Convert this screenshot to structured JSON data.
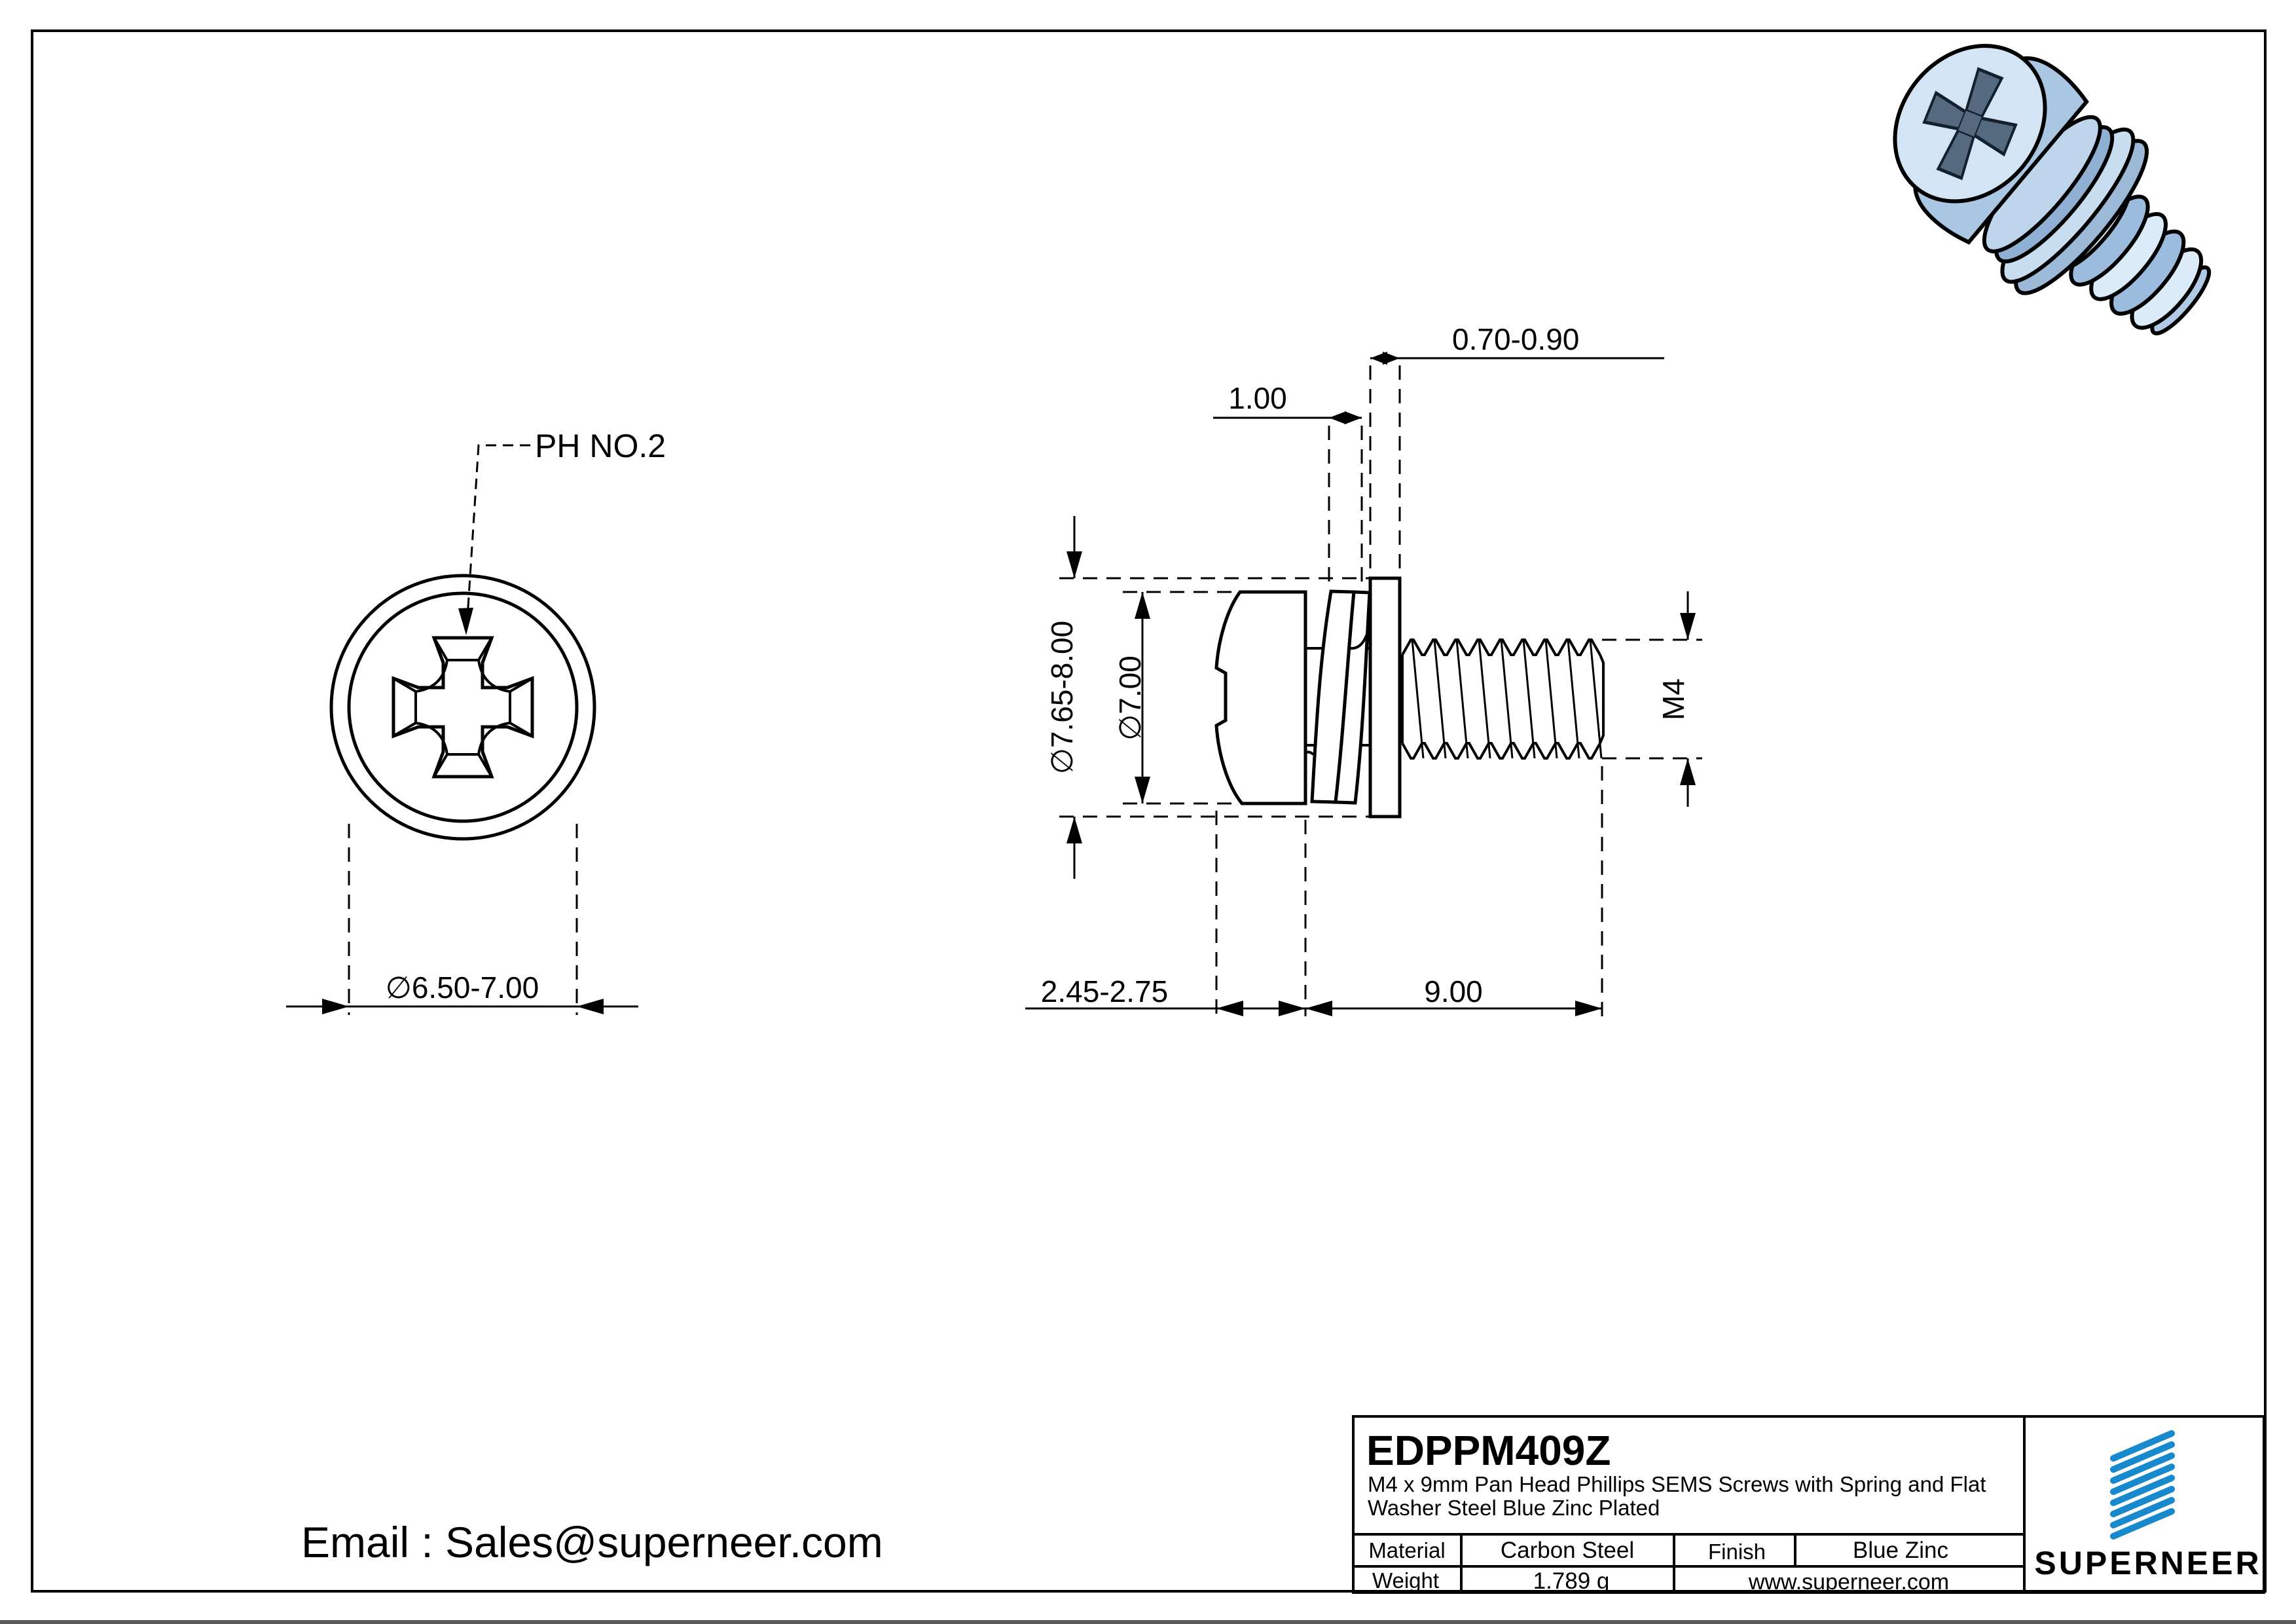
{
  "front_view": {
    "ph_label": "PH NO.2",
    "head_diameter": "∅6.50-7.00"
  },
  "side_view": {
    "washer_od": "∅7.65-8.00",
    "head_od": "∅7.00",
    "thread_size": "M4",
    "flat_washer_thickness": "0.70-0.90",
    "spring_washer_thickness": "1.00",
    "head_height": "2.45-2.75",
    "thread_length": "9.00"
  },
  "contact": {
    "email": "Email : Sales@superneer.com"
  },
  "title_block": {
    "part_number": "EDPPM409Z",
    "description_line1": "M4 x 9mm Pan Head Phillips SEMS Screws with Spring and Flat",
    "description_line2": "Washer Steel Blue Zinc Plated",
    "material_label": "Material",
    "material_value": "Carbon Steel",
    "finish_label": "Finish",
    "finish_value": "Blue Zinc",
    "weight_label": "Weight",
    "weight_value": "1.789 g",
    "website": "www.superneer.com",
    "brand": "SUPERNEER"
  },
  "colors": {
    "logo_blue": "#1789cc",
    "link_blue": "#1e88d8",
    "line_black": "#000000",
    "screw_light": "#d3e4f4",
    "screw_mid": "#a9c6e3",
    "screw_dark": "#8fb0d3",
    "screw_shadow": "#6f8dac",
    "recess_dark": "#55697f"
  }
}
